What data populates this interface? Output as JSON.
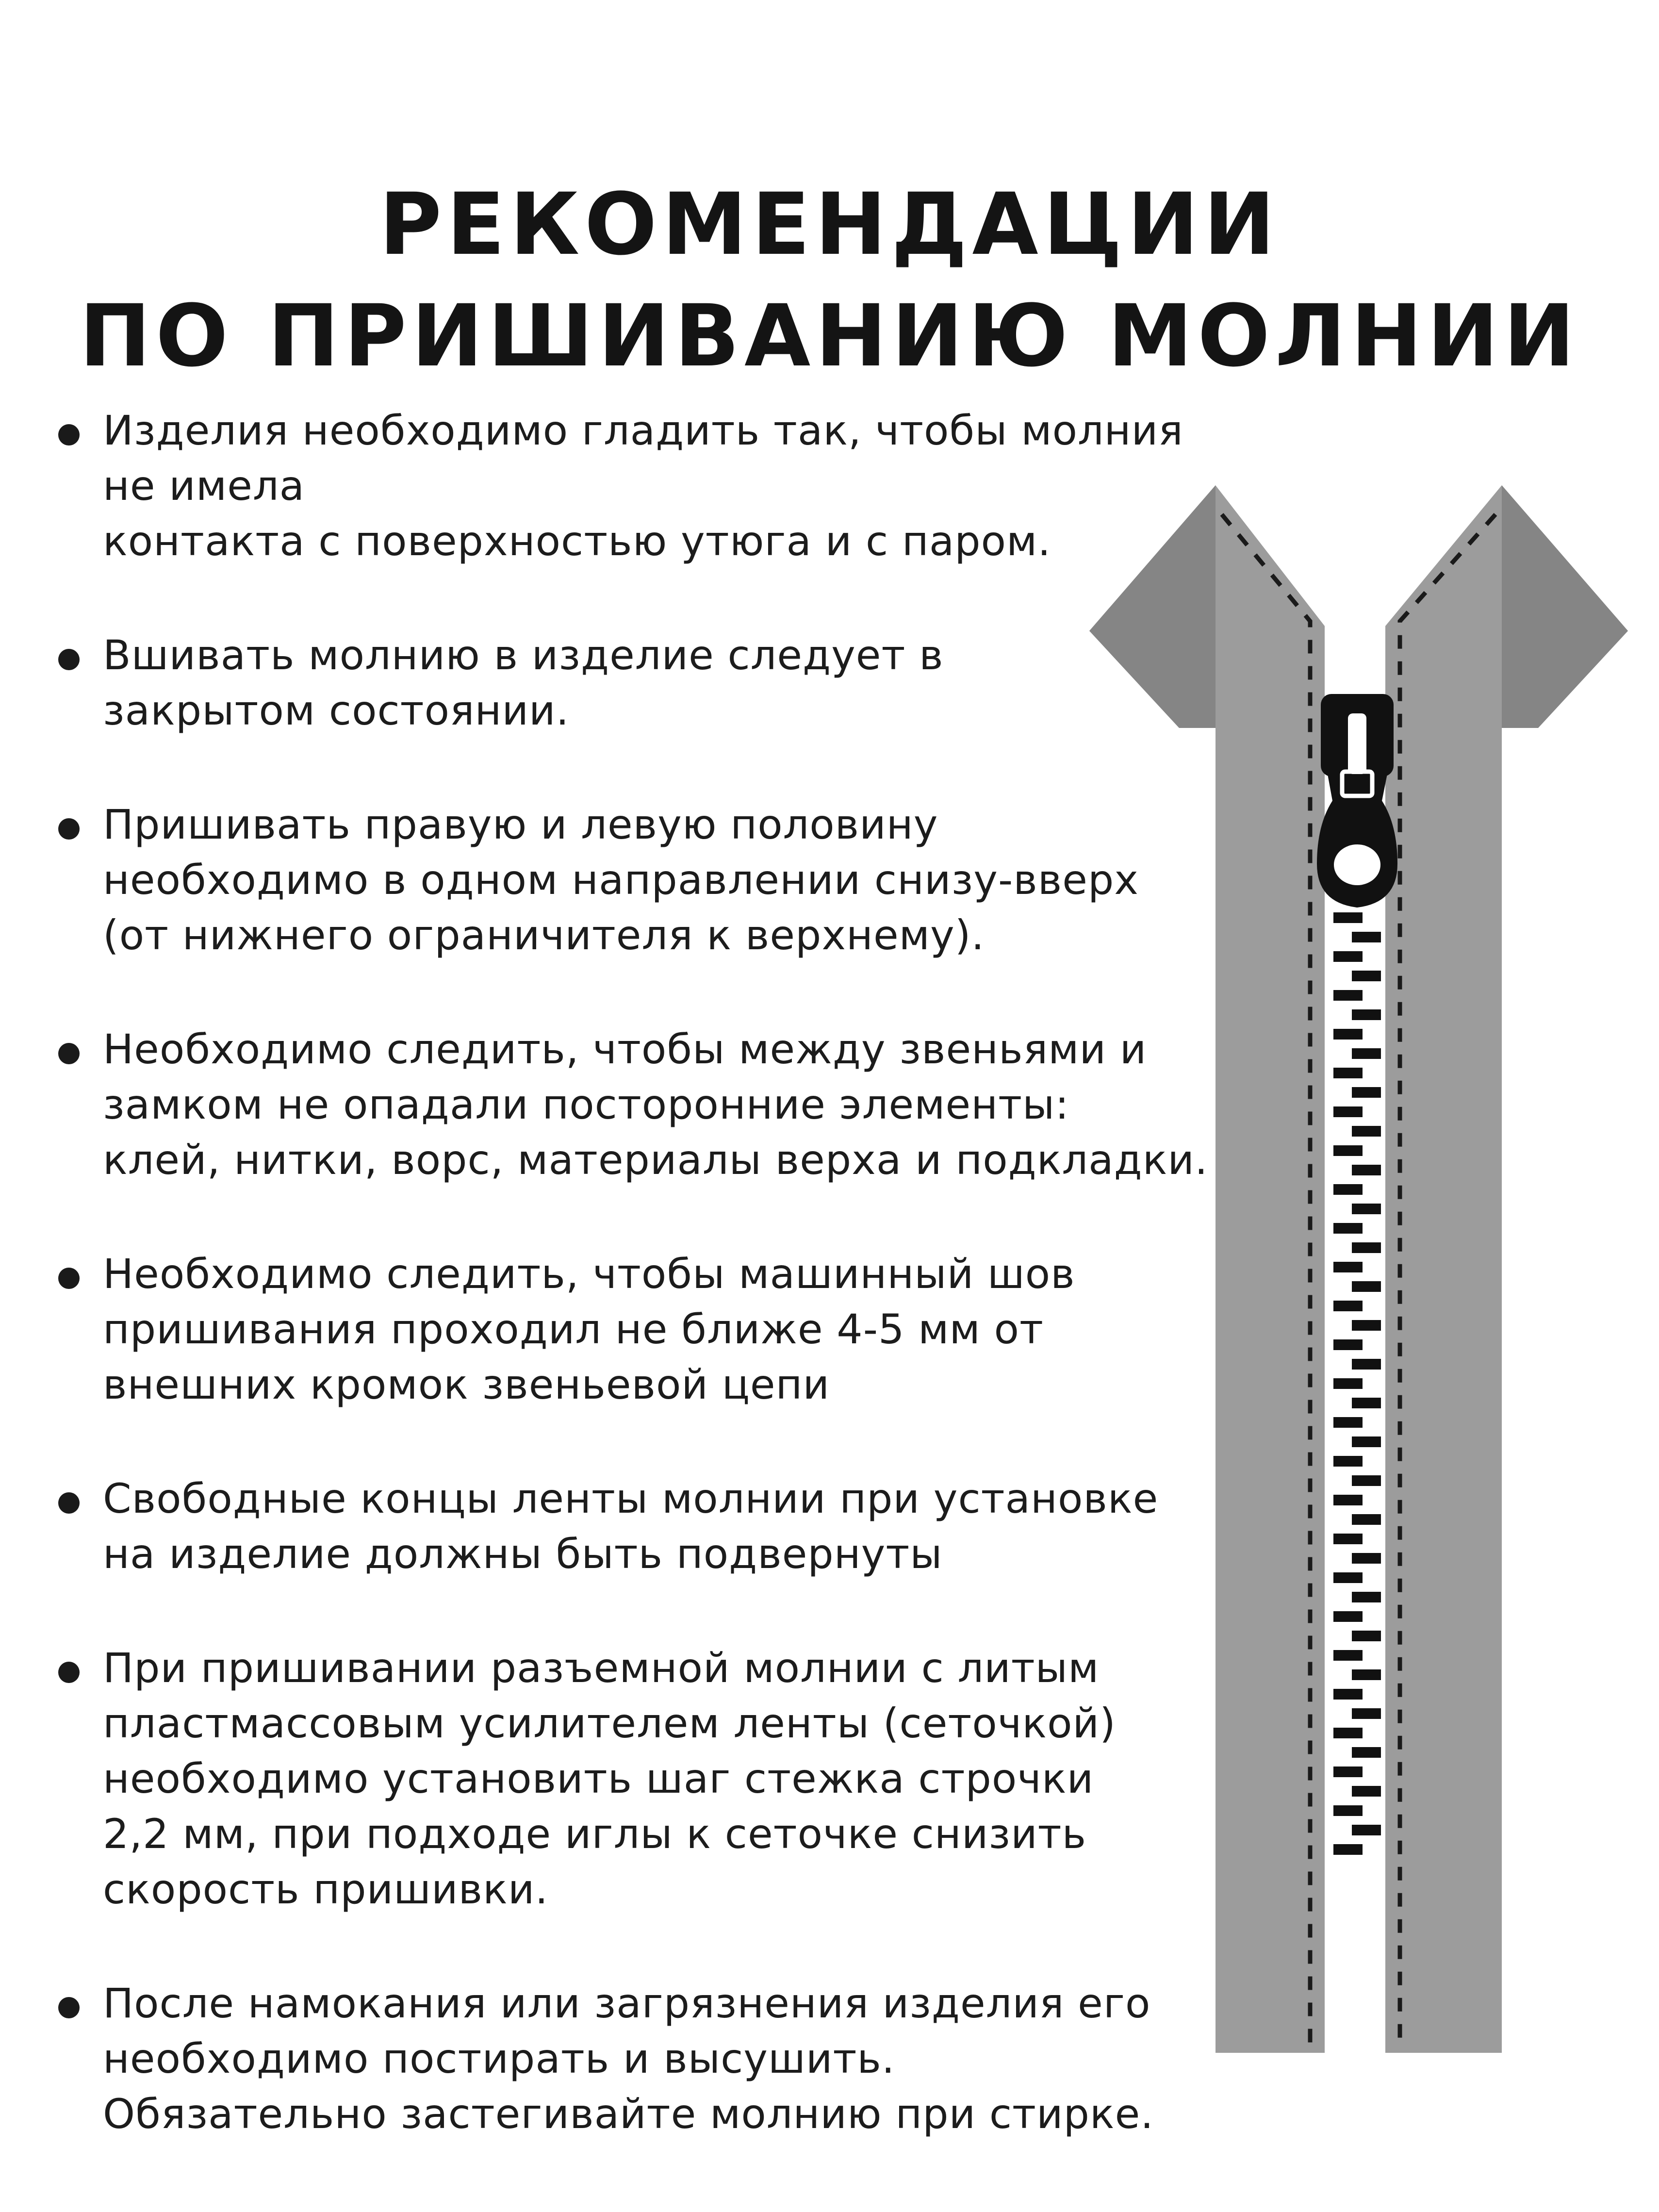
{
  "document": {
    "title_lines": [
      "РЕКОМЕНДАЦИИ",
      "ПО ПРИШИВАНИЮ МОЛНИИ"
    ],
    "items": [
      {
        "text": "Изделия необходимо гладить так, чтобы молния не имела\nконтакта с поверхностью утюга и с паром."
      },
      {
        "text": "Вшивать молнию в изделие следует в\nзакрытом состоянии."
      },
      {
        "text": "Пришивать правую и левую половину\nнеобходимо в одном направлении снизу-вверх\n(от нижнего ограничителя к верхнему)."
      },
      {
        "text": "Необходимо следить, чтобы между звеньями и\nзамком не опадали посторонние элементы:\nклей, нитки, ворс, материалы верха и подкладки."
      },
      {
        "text": "Необходимо следить, чтобы машинный шов\nпришивания проходил не ближе 4-5 мм от\nвнешних кромок звеньевой цепи"
      },
      {
        "text": "Свободные концы ленты молнии при установке\nна изделие должны быть подвернуты"
      },
      {
        "text": "При пришивании разъемной молнии с литым\nпластмассовым усилителем ленты (сеточкой)\nнеобходимо установить шаг стежка строчки\n2,2 мм, при подходе иглы к сеточке снизить\nскорость пришивки."
      },
      {
        "text": "После намокания или загрязнения изделия его\nнеобходимо постирать и высушить.\nОбязательно застегивайте молнию при стирке."
      }
    ]
  },
  "illustration": {
    "icon": "zipper-icon",
    "colors": {
      "tape": "#9c9c9c",
      "tape_fold": "#7d7d7d",
      "teeth": "#111111",
      "stitches": "#1a1a1a",
      "slider": "#111111"
    }
  }
}
